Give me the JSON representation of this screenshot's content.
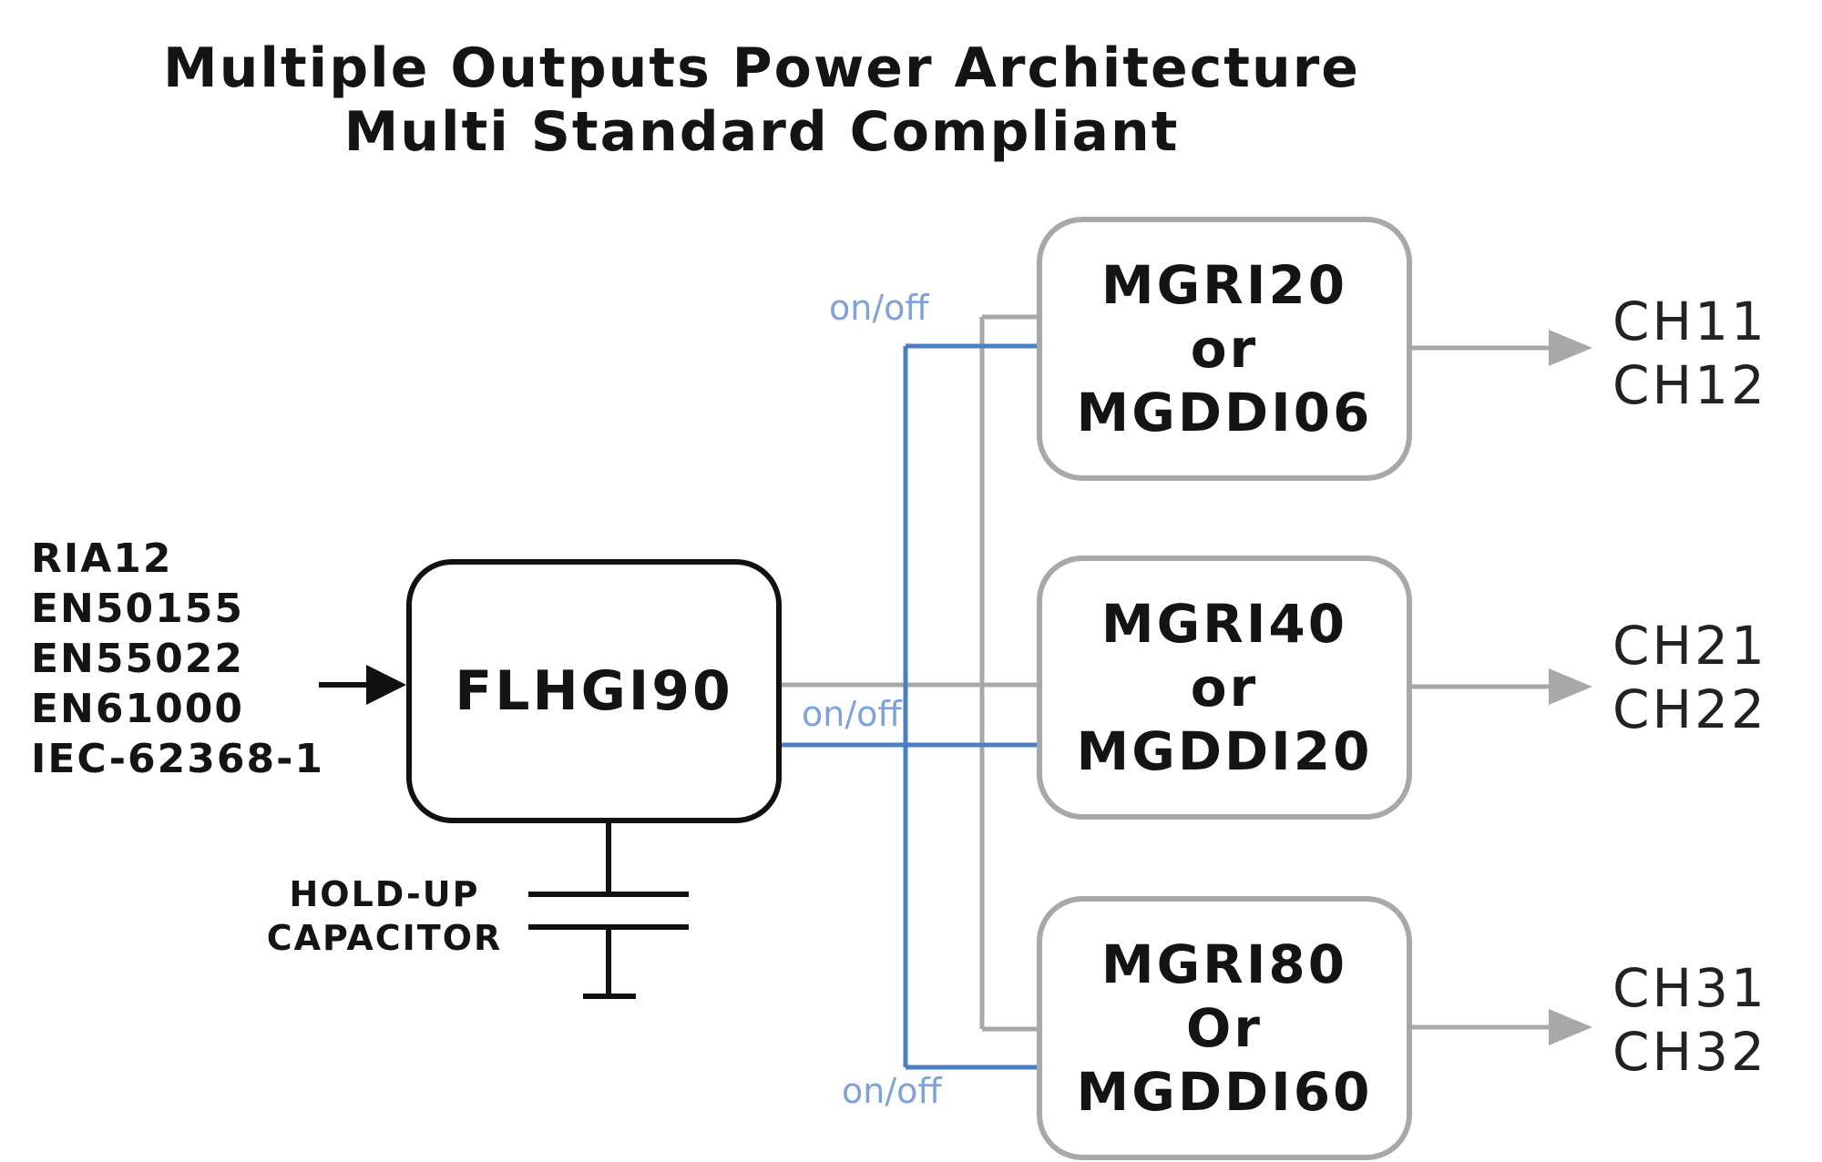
{
  "title": {
    "line1": "Multiple Outputs Power Architecture",
    "line2": "Multi Standard Compliant"
  },
  "standards": [
    "RIA12",
    "EN50155",
    "EN55022",
    "EN61000",
    "IEC-62368-1"
  ],
  "capacitor_label": [
    "HOLD-UP",
    "CAPACITOR"
  ],
  "main_module": "FLHGI90",
  "modules": [
    {
      "lines": [
        "MGRI20",
        "or",
        "MGDDI06"
      ],
      "channels": [
        "CH11",
        "CH12"
      ]
    },
    {
      "lines": [
        "MGRI40",
        "or",
        "MGDDI20"
      ],
      "channels": [
        "CH21",
        "CH22"
      ]
    },
    {
      "lines": [
        "MGRI80",
        "Or",
        "MGDDI60"
      ],
      "channels": [
        "CH31",
        "CH32"
      ]
    }
  ],
  "onoff_labels": [
    "on/off",
    "on/off",
    "on/off"
  ],
  "colors": {
    "control_line": "#4a7fc4",
    "power_line": "#a8a8a8",
    "main_outline": "#111111",
    "onoff_text": "#7fa3d9"
  }
}
